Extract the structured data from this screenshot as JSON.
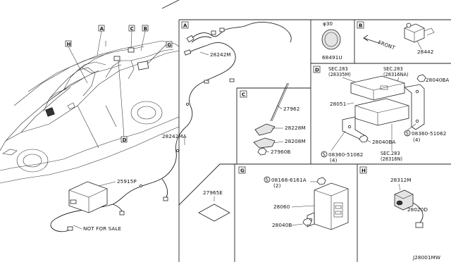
{
  "diagram_id": "J28001MW",
  "note": "NOT FOR SALE",
  "panel_letters": [
    "A",
    "B",
    "C",
    "D",
    "G",
    "H"
  ],
  "car_callouts": [
    "A",
    "B",
    "C",
    "D",
    "G",
    "H"
  ],
  "parts": {
    "p25915P": "25915P",
    "p28242M": "28242M",
    "p28242MA": "28242MA",
    "p68491U": "68491U",
    "dia30": "φ30",
    "p28442": "28442",
    "front": "FRONT",
    "p27962": "27962",
    "p28228M": "28228M",
    "p28208M": "28208M",
    "p27960B": "27960B",
    "p27965E": "27965E",
    "sec283a": "SEC.283",
    "sec283a_sub": "(28335M)",
    "sec283b": "SEC.283",
    "sec283b_sub": "(28316NA)",
    "p28040BA_1": "28040BA",
    "p28051": "28051",
    "bolt_08360_1": "08360-51062",
    "bolt_08360_1_qty": "(4)",
    "p28040BA_2": "28040BA",
    "bolt_08360_2": "08360-51062",
    "bolt_08360_2_qty": "(4)",
    "sec283c": "SEC.283",
    "sec283c_sub": "(28316N)",
    "bolt_08168": "08168-6161A",
    "bolt_08168_qty": "(2)",
    "p28060": "28060",
    "p28040B": "28040B",
    "p28312M": "28312M",
    "p28020D": "28020D",
    "screw_symbol": "S"
  }
}
